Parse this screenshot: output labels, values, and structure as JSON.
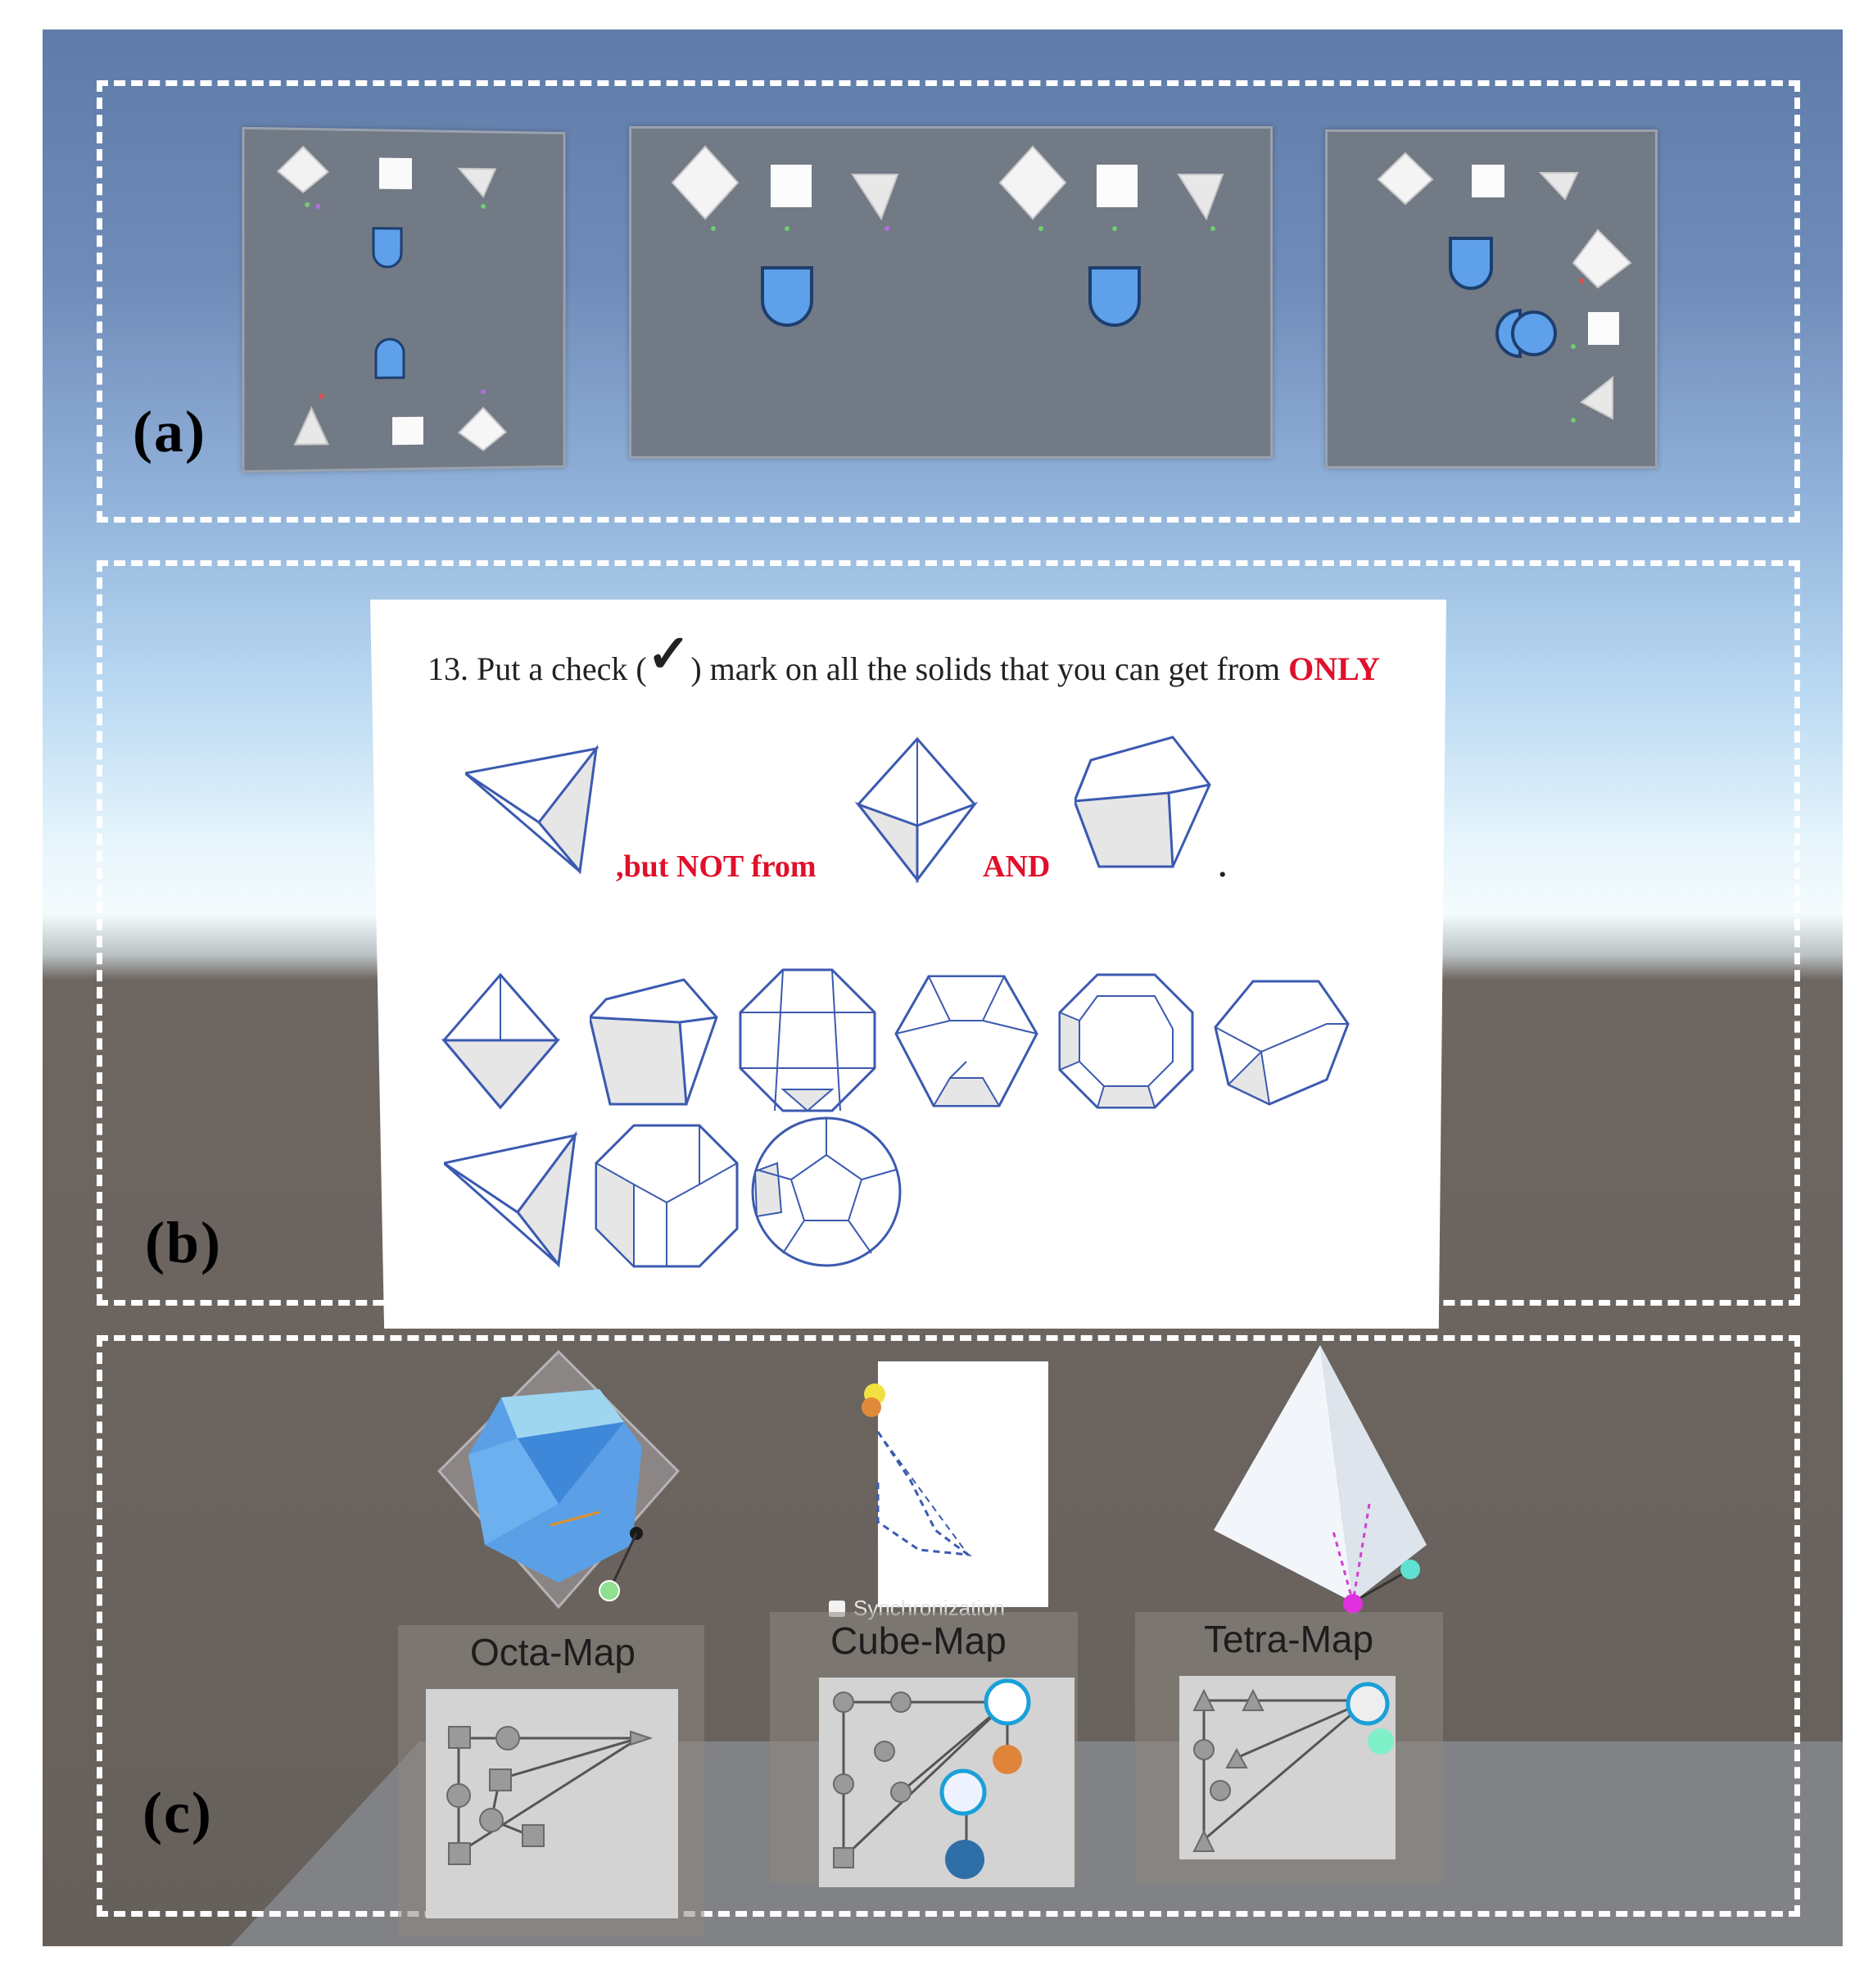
{
  "labels": {
    "a": "(a)",
    "b": "(b)",
    "c": "(c)"
  },
  "question": {
    "prefix": "13. Put a check (",
    "checkmark": "✓",
    "middle": ") mark on all the solids that you can get from",
    "only": "ONLY",
    "but_not_from": ",but NOT from",
    "and": "AND",
    "period": "."
  },
  "maps": {
    "sync_label": "Synchronization",
    "octa": "Octa-Map",
    "cube": "Cube-Map",
    "tetra": "Tetra-Map"
  },
  "colors": {
    "solid_stroke": "#3b5ab0",
    "solid_fill": "#e6e6e6",
    "accent_red": "#e0102a",
    "vr_blue": "#5ea0ea"
  },
  "icons": {
    "check": "checkmark-icon",
    "sync": "checkbox-icon"
  }
}
